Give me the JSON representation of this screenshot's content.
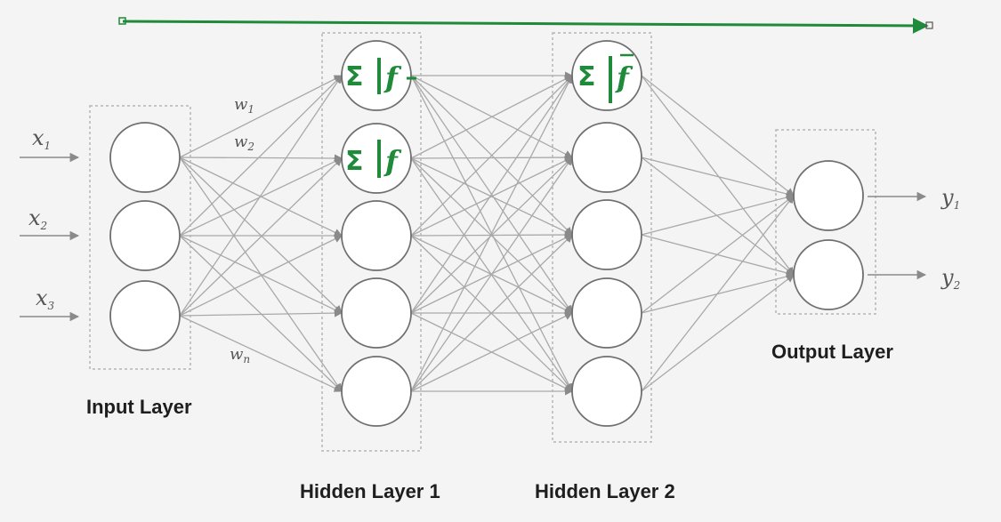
{
  "diagram": {
    "layers": [
      {
        "id": "input",
        "label": "Input Layer",
        "size": 3
      },
      {
        "id": "hidden1",
        "label": "Hidden Layer 1",
        "size": 5
      },
      {
        "id": "hidden2",
        "label": "Hidden Layer 2",
        "size": 5
      },
      {
        "id": "output",
        "label": "Output Layer",
        "size": 2
      }
    ],
    "inputs": [
      {
        "base": "x",
        "sub": "1"
      },
      {
        "base": "x",
        "sub": "2"
      },
      {
        "base": "x",
        "sub": "3"
      }
    ],
    "outputs": [
      {
        "base": "y",
        "sub": "1"
      },
      {
        "base": "y",
        "sub": "2"
      }
    ],
    "weights": [
      {
        "base": "w",
        "sub": "1"
      },
      {
        "base": "w",
        "sub": "2"
      },
      {
        "base": "w",
        "sub": "n"
      }
    ],
    "neuron_annotation": {
      "sum": "Σ",
      "activation": "f"
    },
    "colors": {
      "annotation": "#1e8a3a",
      "edge": "#a9a9a9",
      "node_stroke": "#6f6f6f",
      "box_stroke": "#b5b5b5",
      "arrow": "#8a8a8a"
    }
  }
}
